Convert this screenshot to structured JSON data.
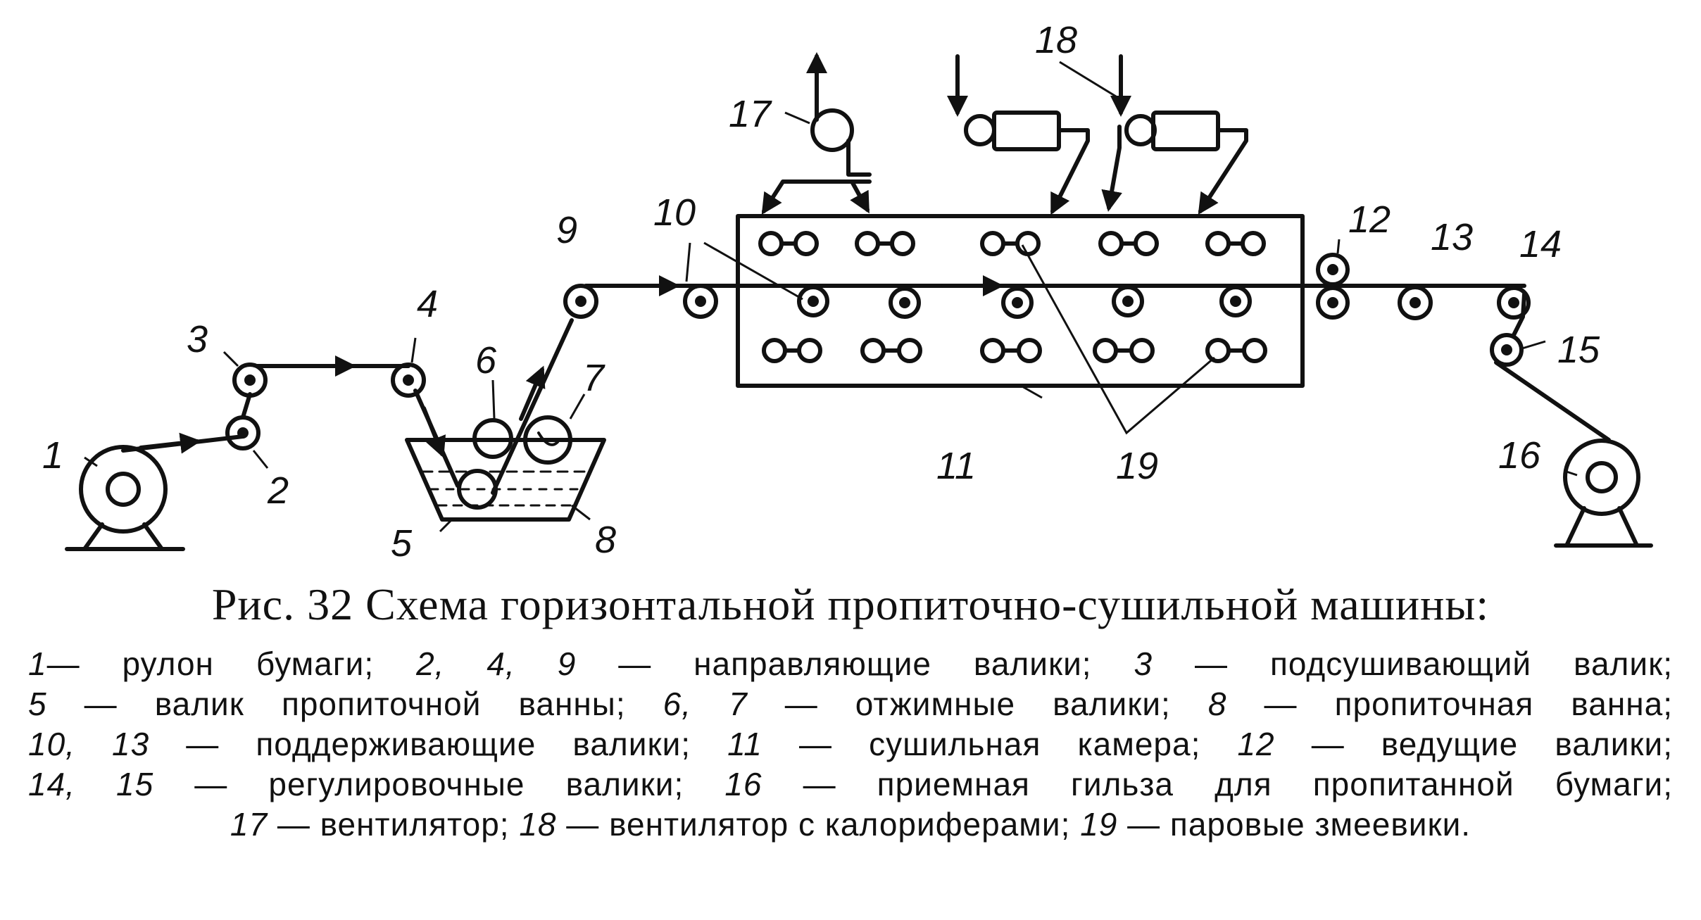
{
  "figure": {
    "title": "Рис. 32  Схема горизонтальной пропиточно-сушильной машины:",
    "labels": {
      "n1": "1",
      "n2": "2",
      "n3": "3",
      "n4": "4",
      "n5": "5",
      "n6": "6",
      "n7": "7",
      "n8": "8",
      "n9": "9",
      "n10": "10",
      "n11": "11",
      "n12": "12",
      "n13": "13",
      "n14": "14",
      "n15": "15",
      "n16": "16",
      "n17": "17",
      "n18": "18",
      "n19": "19"
    },
    "legend": [
      [
        {
          "num": "1",
          "text": "— рулон  бумаги;  "
        },
        {
          "num": "2, 4, 9",
          "text": " — направляющие  валики;  "
        },
        {
          "num": "3",
          "text": " — подсушивающий  валик;"
        }
      ],
      [
        {
          "num": "5",
          "text": " — валик  пропиточной  ванны;  "
        },
        {
          "num": "6, 7",
          "text": " — отжимные  валики;  "
        },
        {
          "num": "8",
          "text": " — пропиточная  ванна;"
        }
      ],
      [
        {
          "num": "10, 13",
          "text": " — поддерживающие  валики;  "
        },
        {
          "num": "11",
          "text": " — сушильная  камера;  "
        },
        {
          "num": "12",
          "text": " — ведущие  валики;"
        }
      ],
      [
        {
          "num": "14, 15",
          "text": " — регулировочные  валики;  "
        },
        {
          "num": "16",
          "text": " — приемная  гильза  для  пропитанной  бумаги;"
        }
      ],
      [
        {
          "num": "17",
          "text": " — вентилятор;  "
        },
        {
          "num": "18",
          "text": " — вентилятор  с  калориферами;  "
        },
        {
          "num": "19",
          "text": " — паровые  змеевики."
        }
      ]
    ]
  }
}
